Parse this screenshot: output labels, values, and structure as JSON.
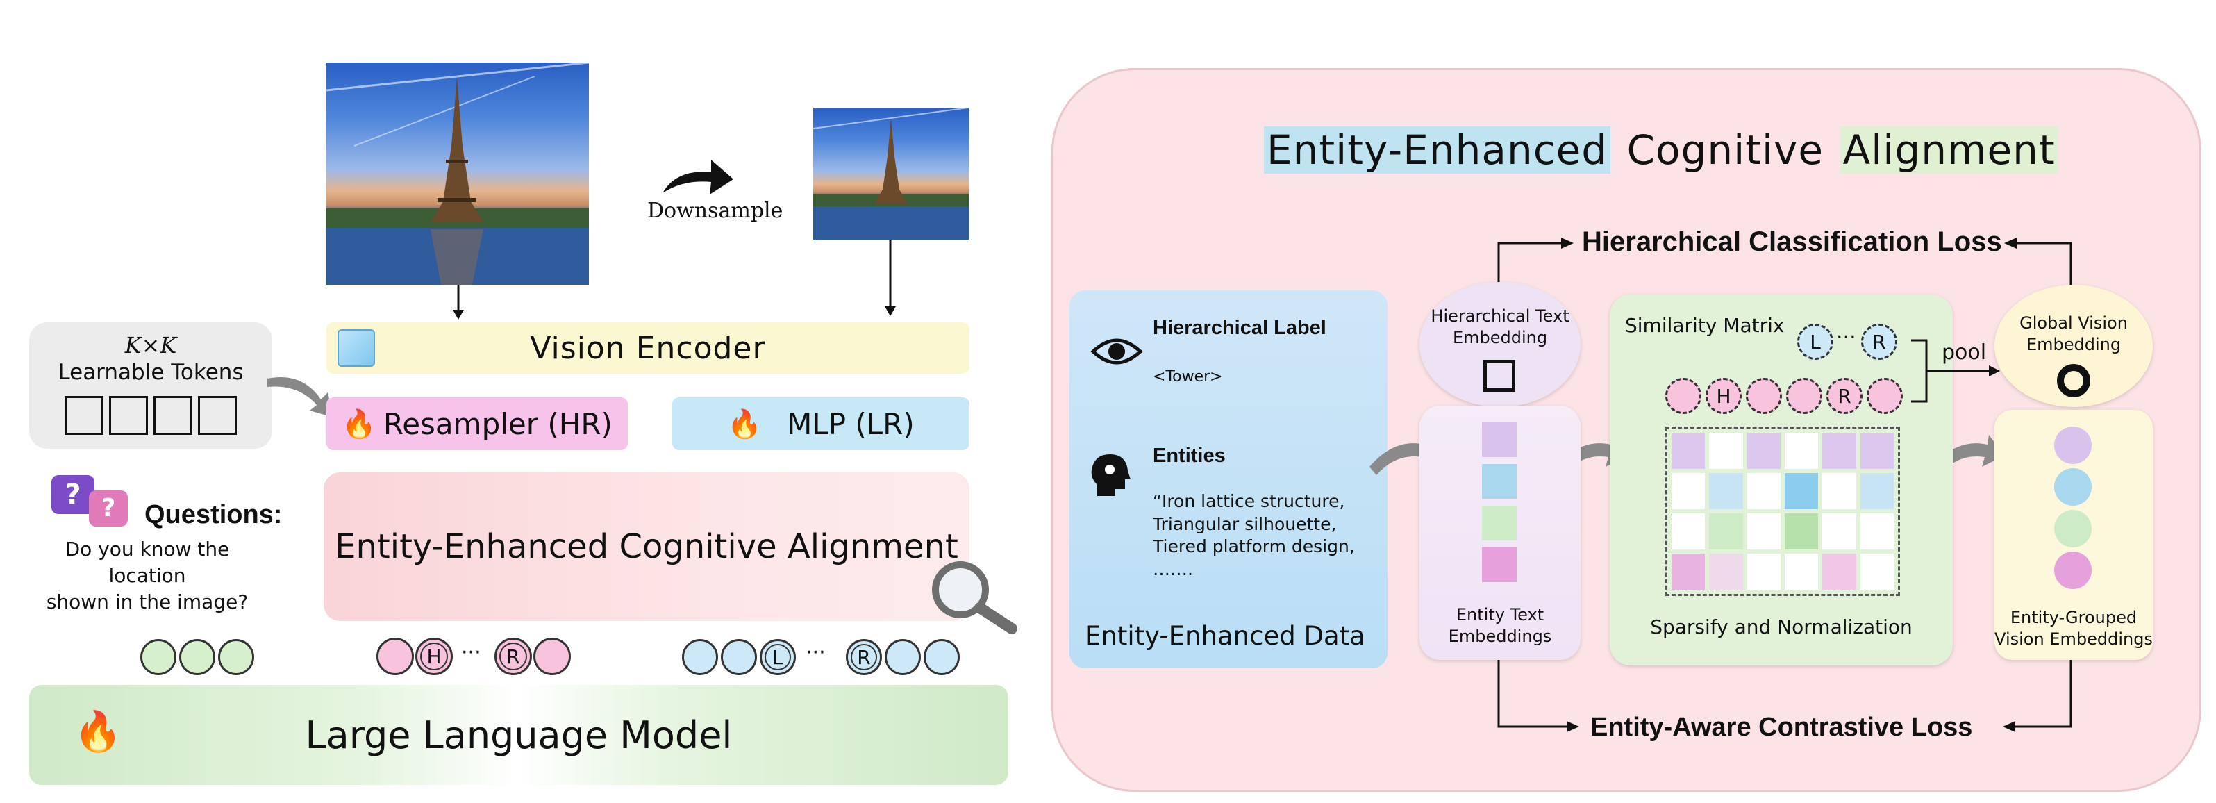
{
  "left": {
    "downsample_label": "Downsample",
    "vision_encoder": "Vision Encoder",
    "learnable_tokens": {
      "title": "K×K",
      "subtitle": "Learnable Tokens"
    },
    "resampler": "Resampler (HR)",
    "mlp": "MLP (LR)",
    "questions": {
      "title": "Questions:",
      "text_line1": "Do you know the location",
      "text_line2": "shown in the image?"
    },
    "eeca_box": "Entity-Enhanced Cognitive Alignment",
    "token_groups": {
      "h": "H",
      "r": "R",
      "l": "L",
      "dots": "···"
    },
    "llm": "Large Language Model"
  },
  "right": {
    "title_part1": "Entity-Enhanced",
    "title_part2": "Cognitive",
    "title_part3": "Alignment",
    "hier_class_loss": "Hierarchical Classification Loss",
    "contrastive_loss": "Entity-Aware Contrastive Loss",
    "data_card": {
      "hier_label_title": "Hierarchical Label",
      "hier_label_value": "<Tower>",
      "entities_title": "Entities",
      "entities_line1": "“Iron lattice structure,",
      "entities_line2": "Triangular silhouette,",
      "entities_line3": "Tiered platform design,",
      "entities_line4": "…….",
      "footer": "Entity-Enhanced Data"
    },
    "hier_text_embedding": {
      "line1": "Hierarchical Text",
      "line2": "Embedding"
    },
    "entity_text_embeddings": {
      "line1": "Entity Text",
      "line2": "Embeddings"
    },
    "similarity_matrix": "Similarity Matrix",
    "sparsify": "Sparsify and Normalization",
    "pool": "pool",
    "global_vision": {
      "line1": "Global Vision",
      "line2": "Embedding"
    },
    "grouped_vision": {
      "line1": "Entity-Grouped",
      "line2": "Vision Embeddings"
    },
    "sim_labels": {
      "l": "L",
      "r": "R",
      "h": "H",
      "dots": "···"
    }
  },
  "colors": {
    "purple": "#d9c3ec",
    "blue": "#a9d7ee",
    "green": "#cdebc5",
    "pink": "#e6a1dc",
    "pink_circle": "#f7c3dd",
    "green_circle": "#d5f0cb",
    "blue_circle": "#cde9f8"
  }
}
